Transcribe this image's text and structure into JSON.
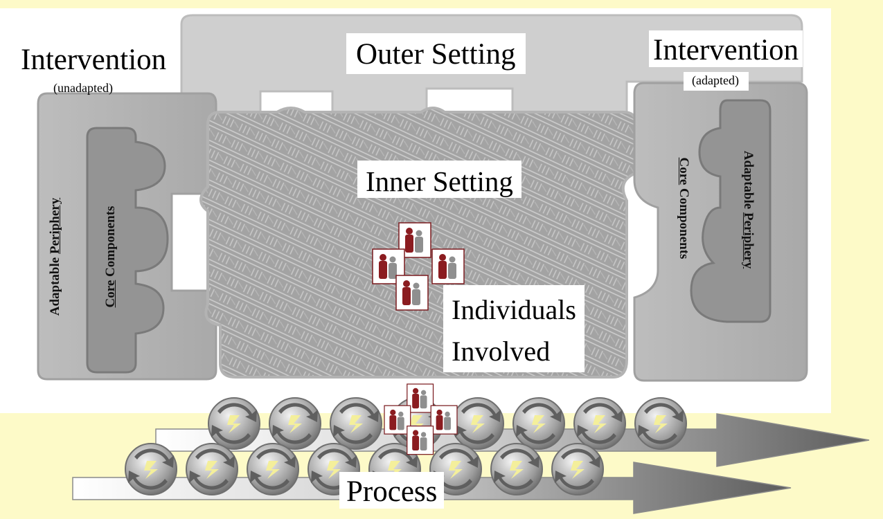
{
  "labels": {
    "intervention_left": "Intervention",
    "intervention_left_sub": "(unadapted)",
    "intervention_right": "Intervention",
    "intervention_right_sub": "(adapted)",
    "outer_setting": "Outer Setting",
    "inner_setting": "Inner Setting",
    "individuals_line1": "Individuals",
    "individuals_line2": "Involved",
    "process": "Process"
  },
  "left_panel": {
    "periphery_word1": "Adaptable ",
    "periphery_word2": "Periphery",
    "core_word1": "Core",
    "core_word2": " Components"
  },
  "right_panel": {
    "periphery_word1": "Adaptable ",
    "periphery_word2": "Periphery",
    "core_word1": "Core",
    "core_word2": " Components"
  },
  "colors": {
    "background": "#fdfac8",
    "panel_gray": "#b9b9b9",
    "outer_gray": "#cfcfcf",
    "inner_gray": "#9e9e9e",
    "person_red": "#8b1c20",
    "person_gray": "#8f8f8f",
    "arrow_gray": "#6d6d6d"
  }
}
